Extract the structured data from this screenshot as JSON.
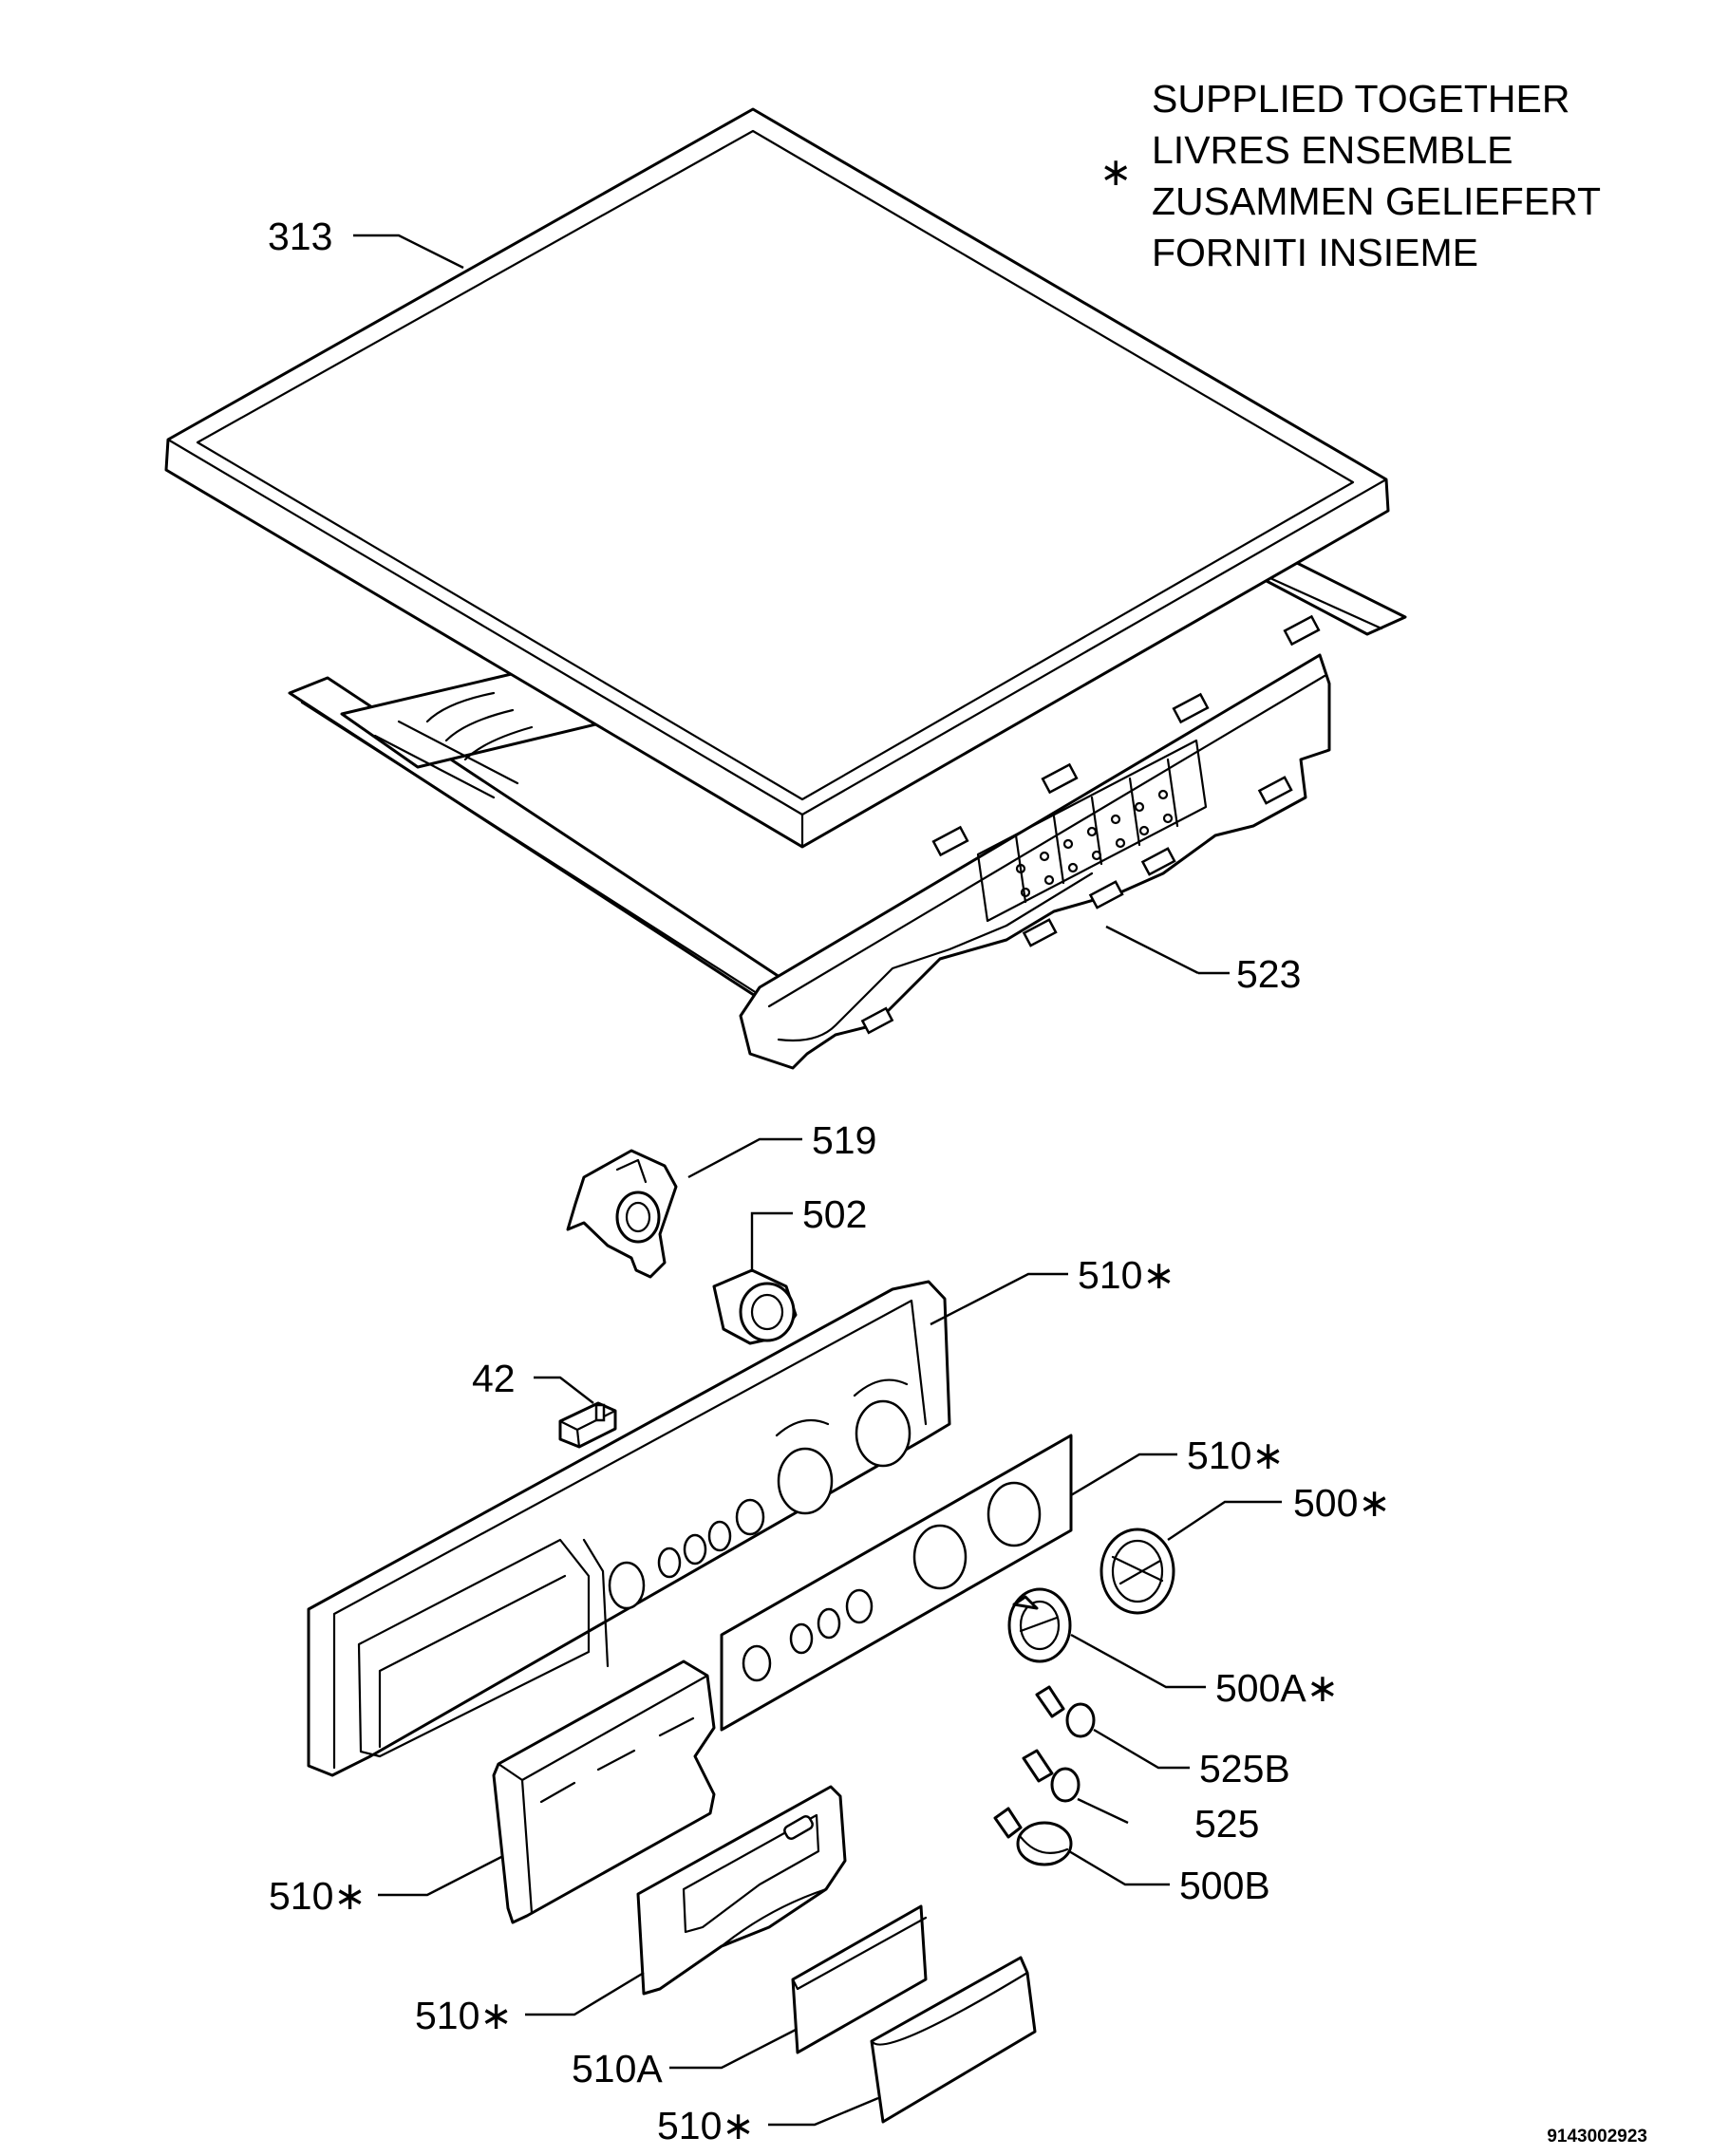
{
  "legend": {
    "symbol": "∗",
    "lines": [
      "SUPPLIED TOGETHER",
      "LIVRES ENSEMBLE",
      "ZUSAMMEN GELIEFERT",
      "FORNITI INSIEME"
    ]
  },
  "callouts": {
    "p313": "313",
    "p523": "523",
    "p519": "519",
    "p502": "502",
    "p510_panel": "510∗",
    "p42": "42",
    "p510_fascia": "510∗",
    "p500": "500∗",
    "p500a": "500A∗",
    "p525b": "525B",
    "p525": "525",
    "p500b": "500B",
    "p510_drawer": "510∗",
    "p510_handle": "510∗",
    "p510a": "510A",
    "p510_bottom": "510∗"
  },
  "document_number": "9143002923"
}
